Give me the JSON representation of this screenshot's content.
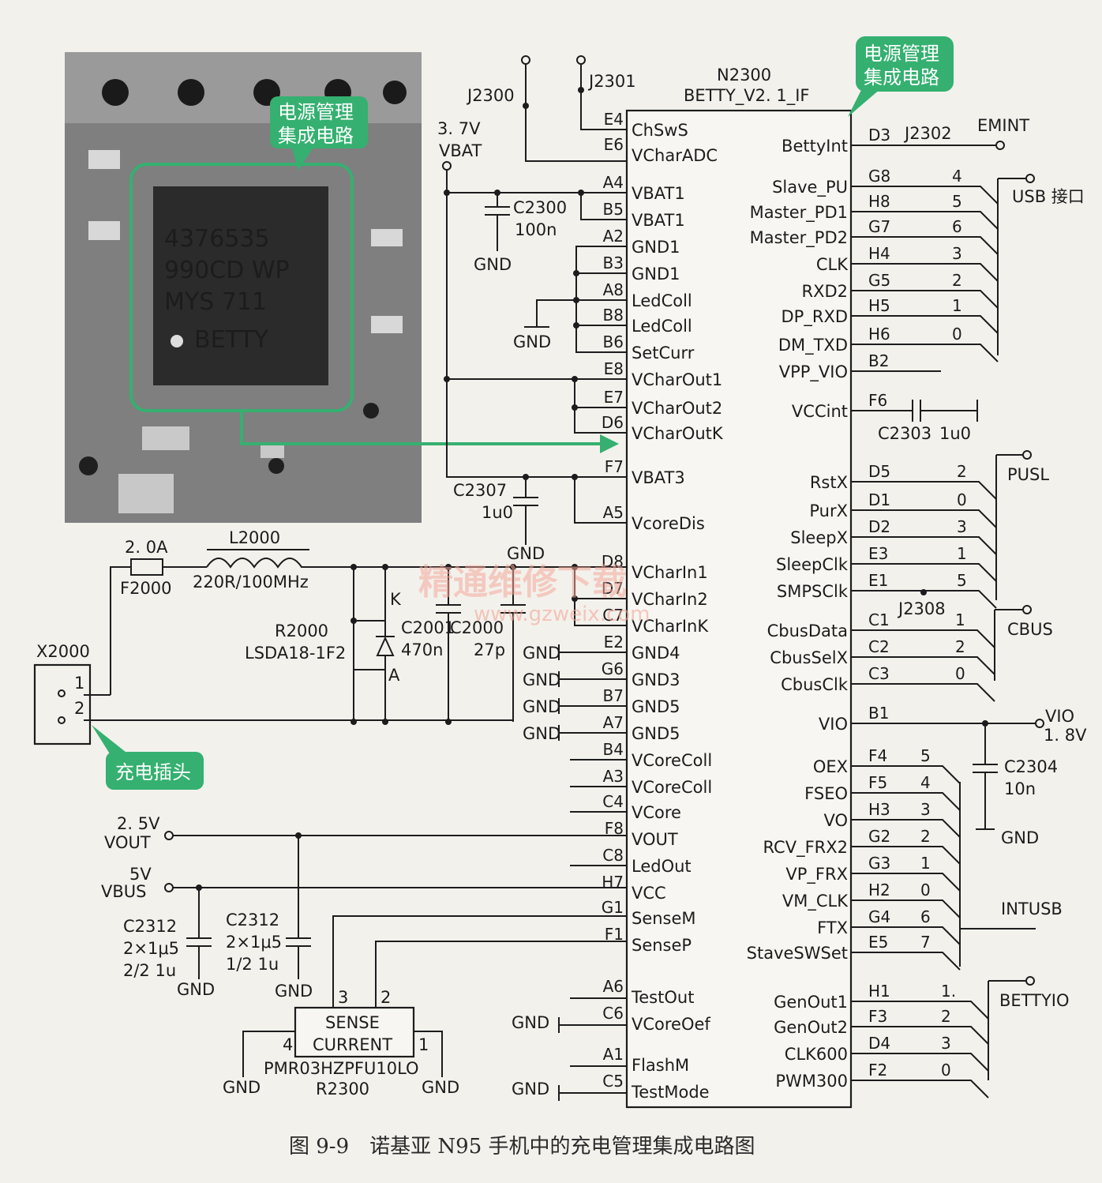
{
  "figure": {
    "caption": "图 9-9　诺基亚 N95 手机中的充电管理集成电路图",
    "watermark": "精通维修下载",
    "watermark_url": "www.gzweix.com"
  },
  "photo": {
    "callout": [
      "电源管理",
      "集成电路"
    ],
    "chip_marking": [
      "4376535",
      "990CD WP",
      "MYS 711",
      "BETTY"
    ]
  },
  "chip": {
    "ref": "N2300",
    "part": "BETTY_V2. 1_IF",
    "callout": [
      "电源管理",
      "集成电路"
    ],
    "left_pins": [
      {
        "pin": "E4",
        "name": "ChSwS"
      },
      {
        "pin": "E6",
        "name": "VCharADC"
      },
      {
        "pin": "A4",
        "name": "VBAT1"
      },
      {
        "pin": "B5",
        "name": "VBAT1"
      },
      {
        "pin": "A2",
        "name": "GND1"
      },
      {
        "pin": "B3",
        "name": "GND1"
      },
      {
        "pin": "A8",
        "name": "LedColl"
      },
      {
        "pin": "B8",
        "name": "LedColl"
      },
      {
        "pin": "B6",
        "name": "SetCurr"
      },
      {
        "pin": "E8",
        "name": "VCharOut1"
      },
      {
        "pin": "E7",
        "name": "VCharOut2"
      },
      {
        "pin": "D6",
        "name": "VCharOutK"
      },
      {
        "pin": "F7",
        "name": "VBAT3"
      },
      {
        "pin": "A5",
        "name": "VcoreDis"
      },
      {
        "pin": "D8",
        "name": "VCharIn1"
      },
      {
        "pin": "D7",
        "name": "VCharIn2"
      },
      {
        "pin": "C7",
        "name": "VCharInK"
      },
      {
        "pin": "E2",
        "name": "GND4"
      },
      {
        "pin": "G6",
        "name": "GND3"
      },
      {
        "pin": "B7",
        "name": "GND5"
      },
      {
        "pin": "A7",
        "name": "GND5"
      },
      {
        "pin": "B4",
        "name": "VCoreColl"
      },
      {
        "pin": "A3",
        "name": "VCoreColl"
      },
      {
        "pin": "C4",
        "name": "VCore"
      },
      {
        "pin": "F8",
        "name": "VOUT"
      },
      {
        "pin": "C8",
        "name": "LedOut"
      },
      {
        "pin": "H7",
        "name": "VCC"
      },
      {
        "pin": "G1",
        "name": "SenseM"
      },
      {
        "pin": "F1",
        "name": "SenseP"
      },
      {
        "pin": "A6",
        "name": "TestOut"
      },
      {
        "pin": "C6",
        "name": "VCoreOef"
      },
      {
        "pin": "A1",
        "name": "FlashM"
      },
      {
        "pin": "C5",
        "name": "TestMode"
      }
    ],
    "right_pins": [
      {
        "pin": "D3",
        "name": "BettyInt"
      },
      {
        "pin": "G8",
        "name": "Slave_PU"
      },
      {
        "pin": "H8",
        "name": "Master_PD1"
      },
      {
        "pin": "G7",
        "name": "Master_PD2"
      },
      {
        "pin": "H4",
        "name": "CLK"
      },
      {
        "pin": "G5",
        "name": "RXD2"
      },
      {
        "pin": "H5",
        "name": "DP_RXD"
      },
      {
        "pin": "H6",
        "name": "DM_TXD"
      },
      {
        "pin": "B2",
        "name": "VPP_VIO"
      },
      {
        "pin": "F6",
        "name": "VCCint"
      },
      {
        "pin": "D5",
        "name": "RstX"
      },
      {
        "pin": "D1",
        "name": "PurX"
      },
      {
        "pin": "D2",
        "name": "SleepX"
      },
      {
        "pin": "E3",
        "name": "SleepClk"
      },
      {
        "pin": "E1",
        "name": "SMPSClk"
      },
      {
        "pin": "C1",
        "name": "CbusData"
      },
      {
        "pin": "C2",
        "name": "CbusSelX"
      },
      {
        "pin": "C3",
        "name": "CbusClk"
      },
      {
        "pin": "B1",
        "name": "VIO"
      },
      {
        "pin": "F4",
        "name": "OEX"
      },
      {
        "pin": "F5",
        "name": "FSEO"
      },
      {
        "pin": "H3",
        "name": "VO"
      },
      {
        "pin": "G2",
        "name": "RCV_FRX2"
      },
      {
        "pin": "G3",
        "name": "VP_FRX"
      },
      {
        "pin": "H2",
        "name": "VM_CLK"
      },
      {
        "pin": "G4",
        "name": "FTX"
      },
      {
        "pin": "E5",
        "name": "StaveSWSet"
      },
      {
        "pin": "H1",
        "name": "GenOut1"
      },
      {
        "pin": "F3",
        "name": "GenOut2"
      },
      {
        "pin": "D4",
        "name": "CLK600"
      },
      {
        "pin": "F2",
        "name": "PWM300"
      }
    ]
  },
  "buses": {
    "usb": {
      "label": "USB 接口",
      "numbers": [
        "4",
        "5",
        "6",
        "3",
        "2",
        "1",
        "0"
      ]
    },
    "pusl": {
      "label": "PUSL",
      "numbers": [
        "2",
        "0",
        "3",
        "1",
        "5"
      ]
    },
    "cbus": {
      "label": "CBUS",
      "numbers": [
        "1",
        "2",
        "0"
      ]
    },
    "intusb": {
      "label": "INTUSB",
      "numbers": [
        "5",
        "4",
        "3",
        "2",
        "1",
        "0",
        "6",
        "7"
      ]
    },
    "bettyio": {
      "label": "BETTYIO",
      "numbers": [
        "1.",
        "2",
        "3",
        "0"
      ]
    }
  },
  "labels": {
    "j2300": "J2300",
    "j2301": "J2301",
    "j2302": "J2302",
    "j2308": "J2308",
    "emint": "EMINT",
    "vbat_volt": "3. 7V",
    "vbat": "VBAT",
    "c2300": "C2300",
    "c2300_val": "100n",
    "c2303": "C2303",
    "c2303_val": "1u0",
    "c2307": "C2307",
    "c2307_val": "1u0",
    "c2304": "C2304",
    "c2304_val": "10n",
    "gnd": "GND",
    "vio": "VIO",
    "vio_volt": "1. 8V",
    "f2000_rating": "2. 0A",
    "f2000": "F2000",
    "l2000": "L2000",
    "l2000_val": "220R/100MHz",
    "k": "K",
    "a": "A",
    "r2000": "R2000",
    "r2000_part": "LSDA18-1F2",
    "c2001": "C2001",
    "c2001_val": "470n",
    "c2000": "C2000",
    "c2000_val": "27p",
    "x2000": "X2000",
    "x_pin1": "1",
    "x_pin2": "2",
    "plug_callout": "充电插头",
    "vout_volt": "2. 5V",
    "vout": "VOUT",
    "vbus_volt": "5V",
    "vbus": "VBUS",
    "c2312": "C2312",
    "c2312_val": "2×1μ5",
    "c2312a_note": "2/2 1u",
    "c2312b_note": "1/2 1u",
    "sense_top": "SENSE",
    "sense_bottom": "CURRENT",
    "sense_pin1": "1",
    "sense_pin2": "2",
    "sense_pin3": "3",
    "sense_pin4": "4",
    "sense_part": "PMR03HZPFU10LO",
    "r2300": "R2300"
  },
  "colors": {
    "callout_green": "#2aa36b",
    "callout_fill": "#35b070",
    "wire": "#1c1c1c",
    "watermark": "#f2a79a",
    "background": "#f3f1ec"
  }
}
